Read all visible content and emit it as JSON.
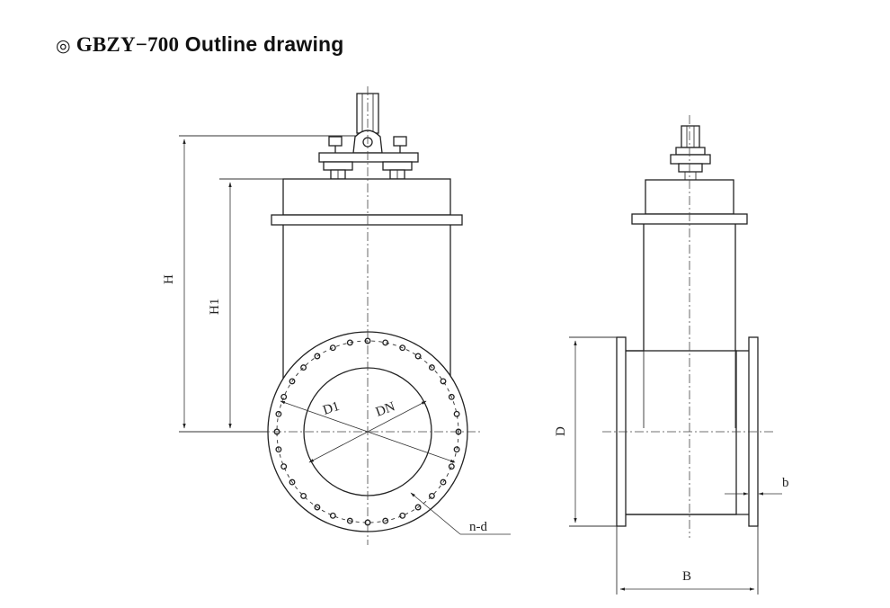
{
  "title": {
    "mark": "◎",
    "model": "GBZY−700",
    "text": "Outline drawing"
  },
  "labels": {
    "H": "H",
    "H1": "H1",
    "D1": "D1",
    "DN": "DN",
    "nd": "n-d",
    "D": "D",
    "b": "b",
    "B": "B"
  },
  "flange": {
    "bolt_hole_count": 32
  }
}
